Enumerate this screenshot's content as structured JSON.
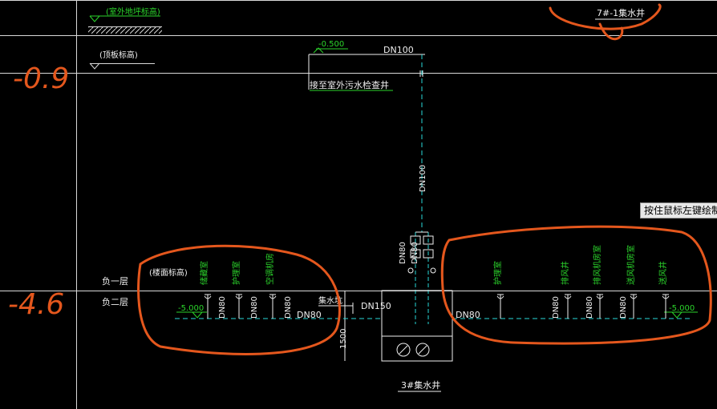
{
  "colors": {
    "background": "#000000",
    "white_line": "#d9d9d9",
    "green_text": "#2bd52b",
    "cyan_pipe": "#28d7d7",
    "orange_markup": "#e4571d",
    "white_text": "#f0f0f0"
  },
  "levels": {
    "outdoor_ground": "(室外地坪标高)",
    "roof_top": "(顶板标高)",
    "floor_top": "(楼面标高)",
    "outlet_elevation": "-0.500",
    "outlet_size": "DN100",
    "outlet_note": "接至室外污水检查井",
    "riser_size": "DN100",
    "sump_label": "7#-1集水井"
  },
  "floors": {
    "b1": "负一层",
    "b2": "负二层"
  },
  "rooms_left": [
    "储藏室",
    "护理室",
    "空调机房"
  ],
  "rooms_right": [
    "护理室",
    "排风井",
    "排风机房室",
    "送风机房室",
    "送风井"
  ],
  "left_pipe": {
    "elevation": "-5.000",
    "branches": [
      "DN80",
      "DN80",
      "DN80"
    ],
    "main": "DN80"
  },
  "right_pipe": {
    "elevation": "-5.000",
    "branches": [
      "DN80",
      "DN80",
      "DN80"
    ],
    "main": "DN80"
  },
  "center": {
    "pump_labels": [
      "DN80",
      "DN80"
    ],
    "sump_tag": "集水坑",
    "inflow_size": "DN150",
    "depth": "1500",
    "pit_label": "3#集水井"
  },
  "tooltip": "按住鼠标左键绘制",
  "handwriting": [
    "-0.9",
    "-4.6"
  ]
}
